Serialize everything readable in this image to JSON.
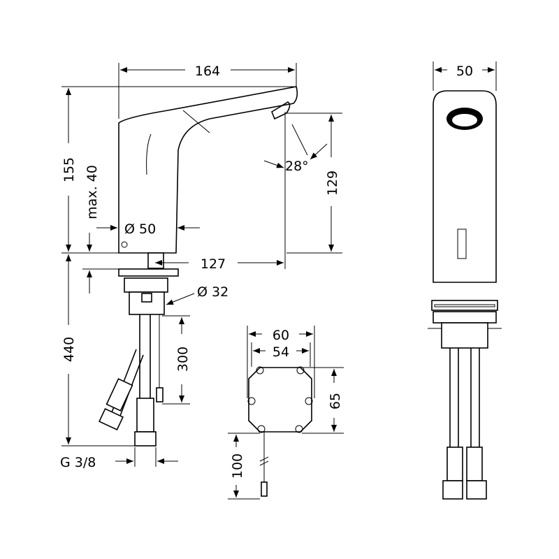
{
  "dimensions": {
    "spout_reach": "164",
    "height_total": "155",
    "max_thickness": "max. 40",
    "spout_angle": "28°",
    "outlet_height": "129",
    "body_diameter": "Ø 50",
    "outlet_projection": "127",
    "shank_diameter": "Ø 32",
    "below_deck_length": "440",
    "cable_length": "300",
    "box_width_outer": "60",
    "box_width_inner": "54",
    "box_height": "65",
    "box_cable": "100",
    "connection_thread": "G 3/8",
    "front_width": "50"
  },
  "colors": {
    "line": "#000000",
    "background": "#ffffff"
  }
}
